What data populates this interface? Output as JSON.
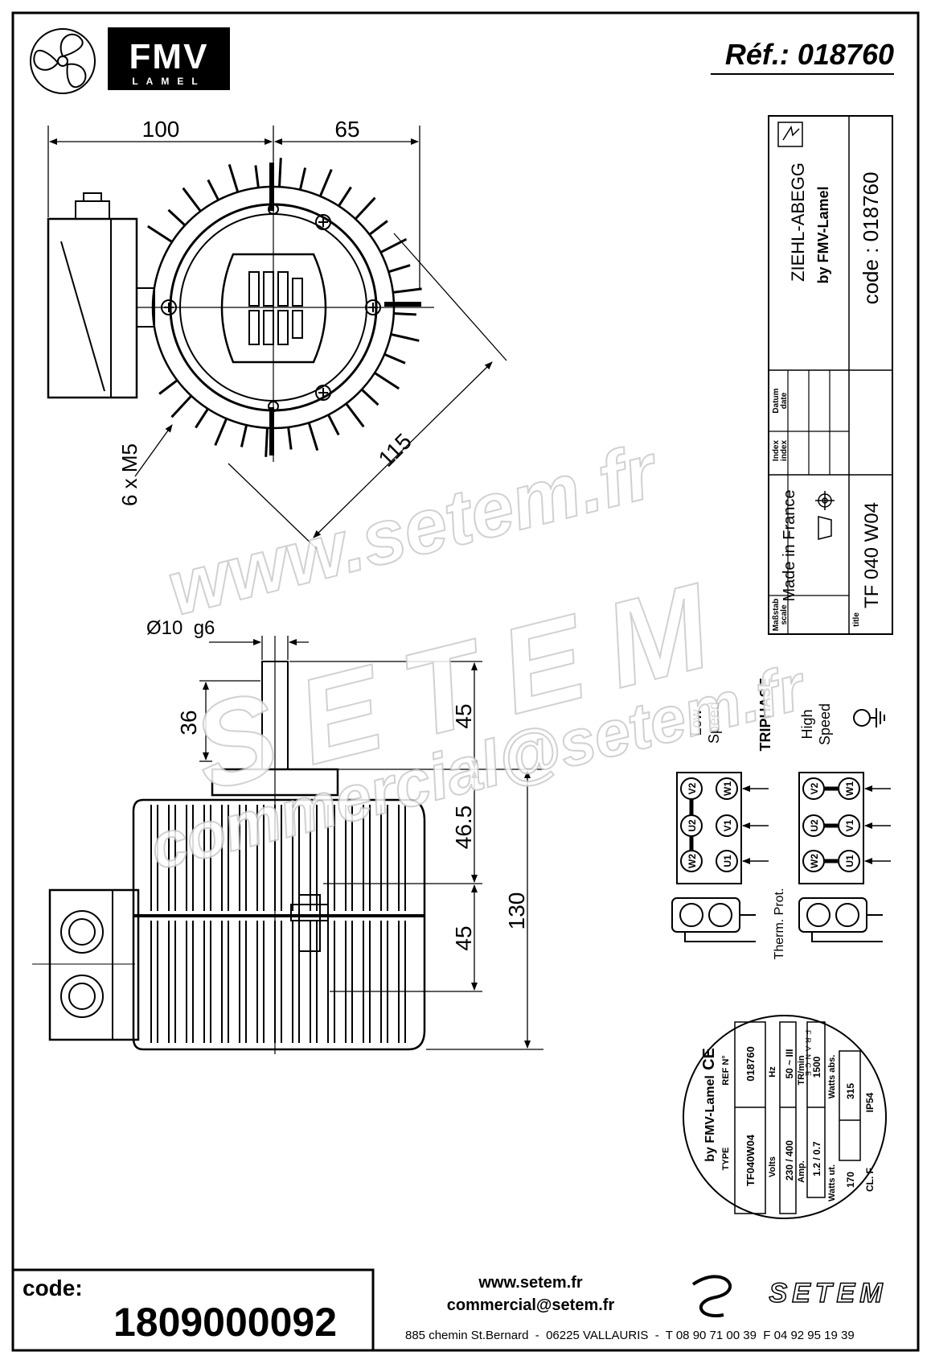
{
  "header": {
    "logo_text": "FMV",
    "logo_sub": "LAMEL",
    "ref_label": "Réf.: 018760"
  },
  "dimensions": {
    "top_width_left": "100",
    "top_width_right": "65",
    "diagonal": "115",
    "screws": "6 x M5",
    "shaft_diameter": "Ø10  g6",
    "shaft_key": "36",
    "shaft_length": "45",
    "upper_body": "46.5",
    "lower_body": "45",
    "total_height": "130"
  },
  "title_block": {
    "maker": "ZIEHL-ABEGG",
    "maker_sub": "by FMV-Lamel",
    "code": "code : 018760",
    "datum_label": "Datum",
    "datum_label_en": "date",
    "index_label": "Index",
    "index_label_en": "index",
    "made_in": "Made in France",
    "scale_label": "Maßstab",
    "scale_label_en": "scale",
    "title_label": "title",
    "title_value": "TF 040 W04"
  },
  "wiring": {
    "triphase": "TRIPHASE",
    "low_speed_1": "Low",
    "low_speed_2": "Speed",
    "high_speed_1": "High",
    "high_speed_2": "Speed",
    "therm_1": "Therm. Prot.",
    "terminals_left": [
      "W2",
      "V2",
      "U2",
      "W1",
      "V1",
      "U1"
    ],
    "terminals_right": [
      "W2",
      "V2",
      "U2",
      "W1",
      "V1",
      "U1"
    ]
  },
  "nameplate": {
    "brand": "by FMV-Lamel",
    "ce": "CE",
    "type_label": "TYPE",
    "type_value": "TF040W04",
    "ref_label": "REF N°",
    "ref_value": "018760",
    "volts_label": "Volts",
    "volts_value": "230 / 400",
    "hz_label": "Hz",
    "hz_value": "50 ~ III",
    "amp_label": "Amp.",
    "amp_value": "1.2 / 0.7",
    "tr_label": "TR/min",
    "tr_value": "1500",
    "watts_ut_label": "Watts ut.",
    "watts_ut_value": "170",
    "watts_abs_label": "Watts abs.",
    "watts_abs_value": "315",
    "class_value": "CL. F",
    "ip_value": "IP54",
    "france": "FRANCE"
  },
  "watermark": {
    "url": "www.setem.fr",
    "brand": "SETEM",
    "email": "commercial@setem.fr"
  },
  "footer": {
    "code_label": "code:",
    "code_value": "1809000092",
    "website": "www.setem.fr",
    "email": "commercial@setem.fr",
    "address": "885 chemin St.Bernard  -  06225 VALLAURIS  -  T 08 90 71 00 39  F 04 92 95 19 39",
    "setem_logo": "SETEM"
  }
}
